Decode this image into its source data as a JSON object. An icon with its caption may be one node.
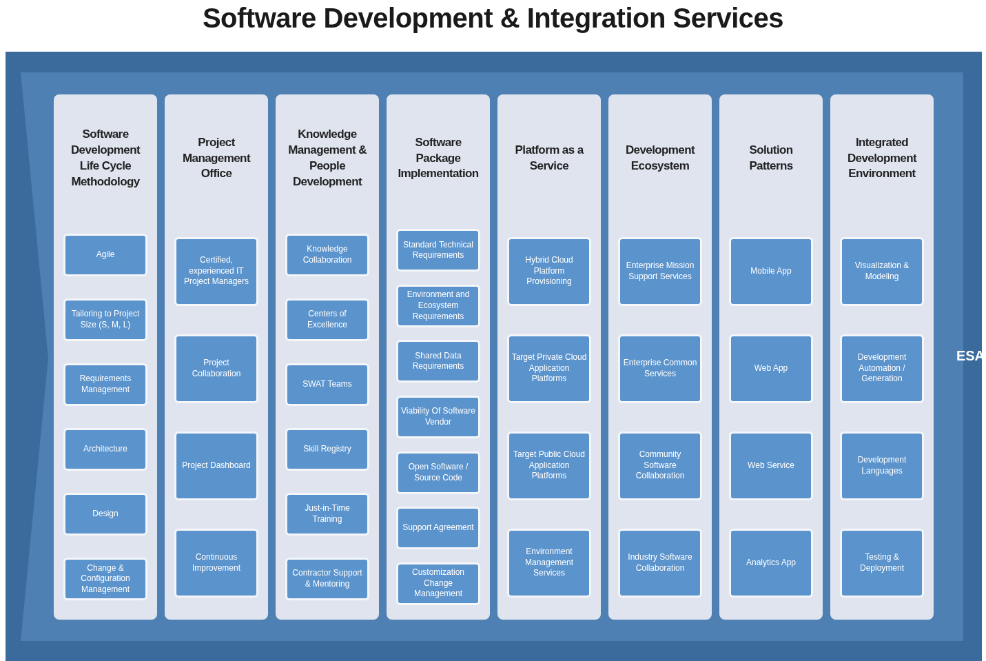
{
  "diagram": {
    "title": "Software Development & Integration Services",
    "nodes": [
      {
        "text": [
          "ESA"
        ]
      },
      {
        "text": [
          "Software Development Life Cycle Methodology"
        ],
        "in": 0
      },
      {
        "text": [
          "Agile"
        ],
        "in": 1
      },
      {
        "text": [
          "Tailoring to Project Size (S, M, L)"
        ],
        "in": 1
      },
      {
        "text": [
          "Requirements Management"
        ],
        "in": 1
      },
      {
        "text": [
          "Architecture"
        ],
        "in": 1
      },
      {
        "text": [
          "Design"
        ],
        "in": 1
      },
      {
        "text": [
          "Change & Configuration Management"
        ],
        "in": 1
      },
      {
        "text": [
          "Project Management Office"
        ],
        "in": 0
      },
      {
        "text": [
          "Certified, experienced IT Project Managers"
        ],
        "in": 8
      },
      {
        "text": [
          "Project Collaboration"
        ],
        "in": 8
      },
      {
        "text": [
          "Project Dashboard"
        ],
        "in": 8
      },
      {
        "text": [
          "Continuous Improvement"
        ],
        "in": 8
      },
      {
        "text": [
          "Knowledge Management & People Development"
        ],
        "in": 0
      },
      {
        "text": [
          "Knowledge Collaboration"
        ],
        "in": 13
      },
      {
        "text": [
          "Centers of Excellence"
        ],
        "in": 13
      },
      {
        "text": [
          "SWAT Teams"
        ],
        "in": 13
      },
      {
        "text": [
          "Skill Registry"
        ],
        "in": 13
      },
      {
        "text": [
          "Just-in-Time Training"
        ],
        "in": 13
      },
      {
        "text": [
          "Contractor Support & Mentoring"
        ],
        "in": 13
      },
      {
        "text": [
          "Software Package Implementation"
        ],
        "in": 0
      },
      {
        "text": [
          "Standard Technical Requirements"
        ],
        "in": 20
      },
      {
        "text": [
          "Environment and Ecosystem Requirements"
        ],
        "in": 20
      },
      {
        "text": [
          "Shared Data Requirements"
        ],
        "in": 20
      },
      {
        "text": [
          "Viability Of Software Vendor"
        ],
        "in": 20
      },
      {
        "text": [
          "Open Software / Source Code"
        ],
        "in": 20
      },
      {
        "text": [
          "Support Agreement"
        ],
        "in": 20
      },
      {
        "text": [
          "Customization Change Management"
        ],
        "in": 20
      },
      {
        "text": [
          "Platform as a Service"
        ],
        "in": 0
      },
      {
        "text": [
          "Hybrid Cloud Platform Provisioning"
        ],
        "in": 28
      },
      {
        "text": [
          "Target Private Cloud Application Platforms"
        ],
        "in": 28
      },
      {
        "text": [
          "Target Public Cloud Application Platforms"
        ],
        "in": 28
      },
      {
        "text": [
          "Environment Management Services"
        ],
        "in": 28
      },
      {
        "text": [
          "Development Ecosystem"
        ],
        "in": 0
      },
      {
        "text": [
          "Enterprise Mission Support Services"
        ],
        "in": 33
      },
      {
        "text": [
          "Enterprise Common Services"
        ],
        "in": 33
      },
      {
        "text": [
          "Community Software Collaboration"
        ],
        "in": 33
      },
      {
        "text": [
          "Industry Software Collaboration"
        ],
        "in": 33
      },
      {
        "text": [
          "Solution Patterns"
        ],
        "in": 0
      },
      {
        "text": [
          "Mobile App"
        ],
        "in": 38
      },
      {
        "text": [
          "Web App"
        ],
        "in": 38
      },
      {
        "text": [
          "Web Service"
        ],
        "in": 38
      },
      {
        "text": [
          "Analytics App"
        ],
        "in": 38
      },
      {
        "text": [
          "Integrated Development Environment"
        ],
        "in": 0
      },
      {
        "text": [
          "Visualization & Modeling"
        ],
        "in": 43
      },
      {
        "text": [
          "Development Automation / Generation"
        ],
        "in": 43
      },
      {
        "text": [
          "Development Languages"
        ],
        "in": 43
      },
      {
        "text": [
          "Testing & Deployment"
        ],
        "in": 43
      }
    ]
  }
}
